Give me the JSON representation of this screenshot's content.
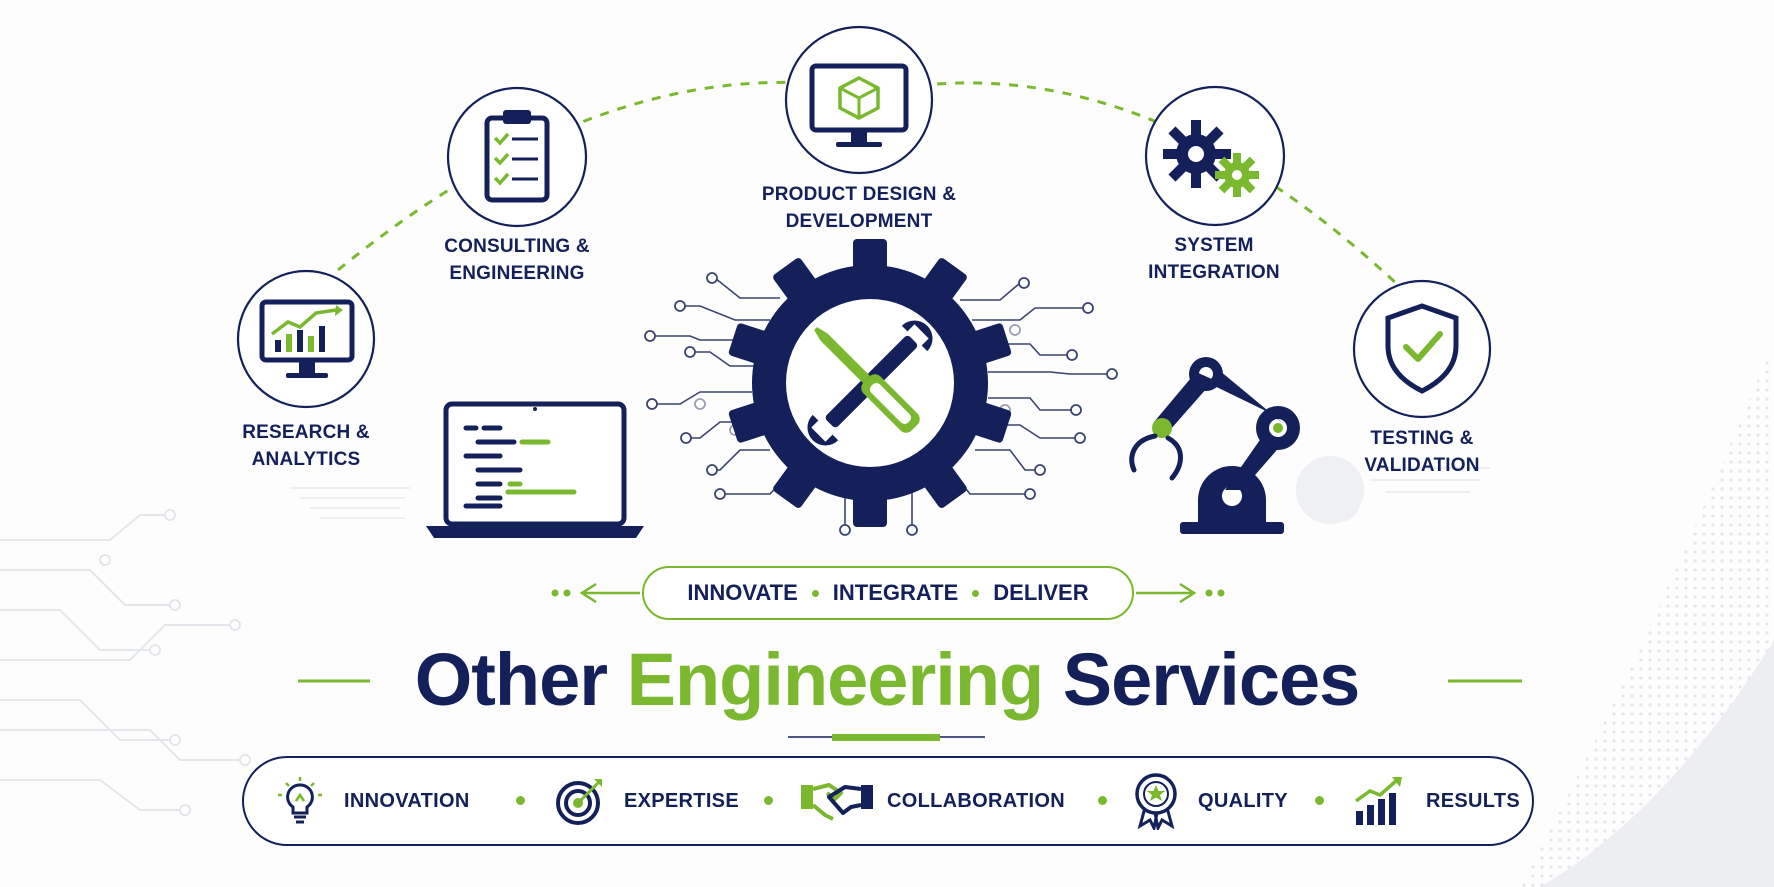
{
  "colors": {
    "navy": "#13205a",
    "green": "#7ab82f",
    "light_gray": "#e2e5ea"
  },
  "services": [
    {
      "id": "research",
      "line1": "RESEARCH &",
      "line2": "ANALYTICS",
      "icon": "monitor-chart-icon"
    },
    {
      "id": "consulting",
      "line1": "CONSULTING &",
      "line2": "ENGINEERING",
      "icon": "clipboard-checklist-icon"
    },
    {
      "id": "product",
      "line1": "PRODUCT DESIGN &",
      "line2": "DEVELOPMENT",
      "icon": "monitor-cube-icon"
    },
    {
      "id": "system",
      "line1": "SYSTEM",
      "line2": "INTEGRATION",
      "icon": "gears-icon"
    },
    {
      "id": "testing",
      "line1": "TESTING &",
      "line2": "VALIDATION",
      "icon": "shield-check-icon"
    }
  ],
  "center_icons": [
    "laptop-code-icon",
    "gear-tools-icon",
    "robot-arm-icon"
  ],
  "motto": {
    "word1": "INNOVATE",
    "word2": "INTEGRATE",
    "word3": "DELIVER"
  },
  "title": {
    "part1": "Other",
    "part2": "Engineering",
    "part3": "Services"
  },
  "values": [
    {
      "label": "INNOVATION",
      "icon": "lightbulb-icon"
    },
    {
      "label": "EXPERTISE",
      "icon": "target-icon"
    },
    {
      "label": "COLLABORATION",
      "icon": "handshake-icon"
    },
    {
      "label": "QUALITY",
      "icon": "award-badge-icon"
    },
    {
      "label": "RESULTS",
      "icon": "growth-chart-icon"
    }
  ]
}
